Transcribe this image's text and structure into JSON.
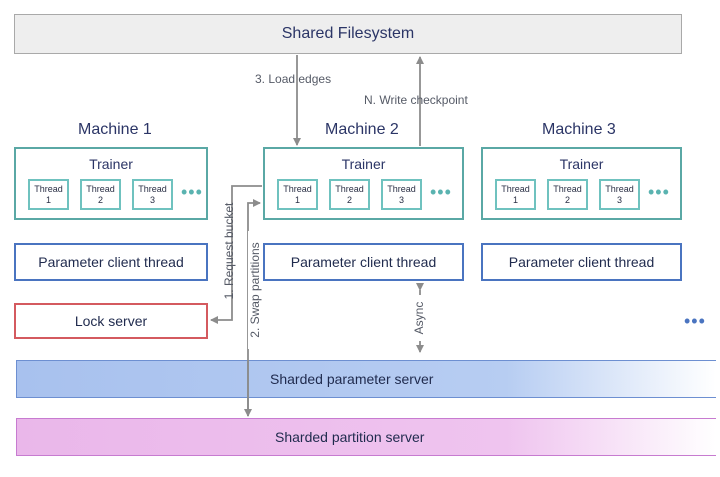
{
  "filesystem": {
    "label": "Shared Filesystem"
  },
  "machines": [
    {
      "title": "Machine 1",
      "trainer": "Trainer",
      "threads": [
        {
          "name": "Thread",
          "num": "1"
        },
        {
          "name": "Thread",
          "num": "2"
        },
        {
          "name": "Thread",
          "num": "3"
        }
      ],
      "dots": "•••",
      "param_client": "Parameter client thread"
    },
    {
      "title": "Machine 2",
      "trainer": "Trainer",
      "threads": [
        {
          "name": "Thread",
          "num": "1"
        },
        {
          "name": "Thread",
          "num": "2"
        },
        {
          "name": "Thread",
          "num": "3"
        }
      ],
      "dots": "•••",
      "param_client": "Parameter client thread"
    },
    {
      "title": "Machine 3",
      "trainer": "Trainer",
      "threads": [
        {
          "name": "Thread",
          "num": "1"
        },
        {
          "name": "Thread",
          "num": "2"
        },
        {
          "name": "Thread",
          "num": "3"
        }
      ],
      "dots": "•••",
      "param_client": "Parameter client thread"
    }
  ],
  "lock_server": "Lock server",
  "param_server": "Sharded parameter server",
  "partition_server": "Sharded partition server",
  "more_machines": "•••",
  "edges": {
    "load_edges": "3. Load edges",
    "write_checkpoint": "N. Write checkpoint",
    "request_bucket": "1. Request bucket",
    "swap_partitions": "2. Swap partitions",
    "async": "Async"
  },
  "colors": {
    "arrow": "#8c8c8c",
    "trainer_border": "#5aa8a5",
    "client_border": "#4a74c0",
    "lock_border": "#d45a5f"
  }
}
